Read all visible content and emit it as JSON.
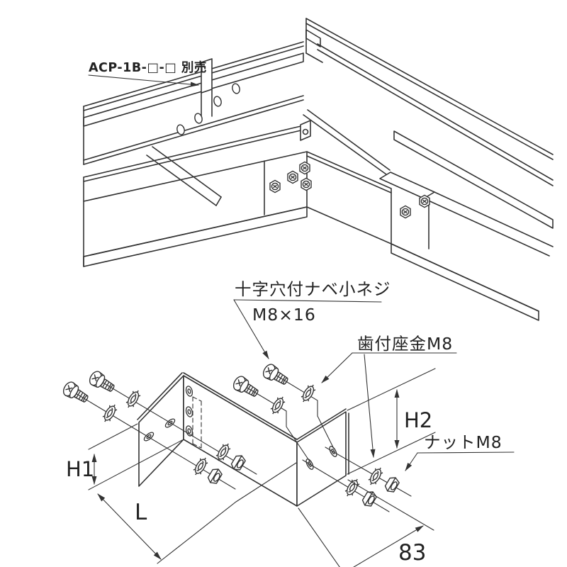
{
  "figure": {
    "background": "#ffffff",
    "line_color": "#333333",
    "upper": {
      "description": "isometric-view-cable-ladder-corner-joint",
      "part_label": "ACP-1B-□-□ 別売"
    },
    "lower": {
      "description": "exploded-view-corner-plate-with-fasteners",
      "labels": {
        "screw_line1": "十字穴付ナベ小ネジ",
        "screw_line2": "M8×16",
        "washer": "歯付座金M8",
        "nut": "ナットM8"
      },
      "dimensions": {
        "h1": "H1",
        "h2": "H2",
        "length": "L",
        "depth": "83"
      }
    }
  }
}
